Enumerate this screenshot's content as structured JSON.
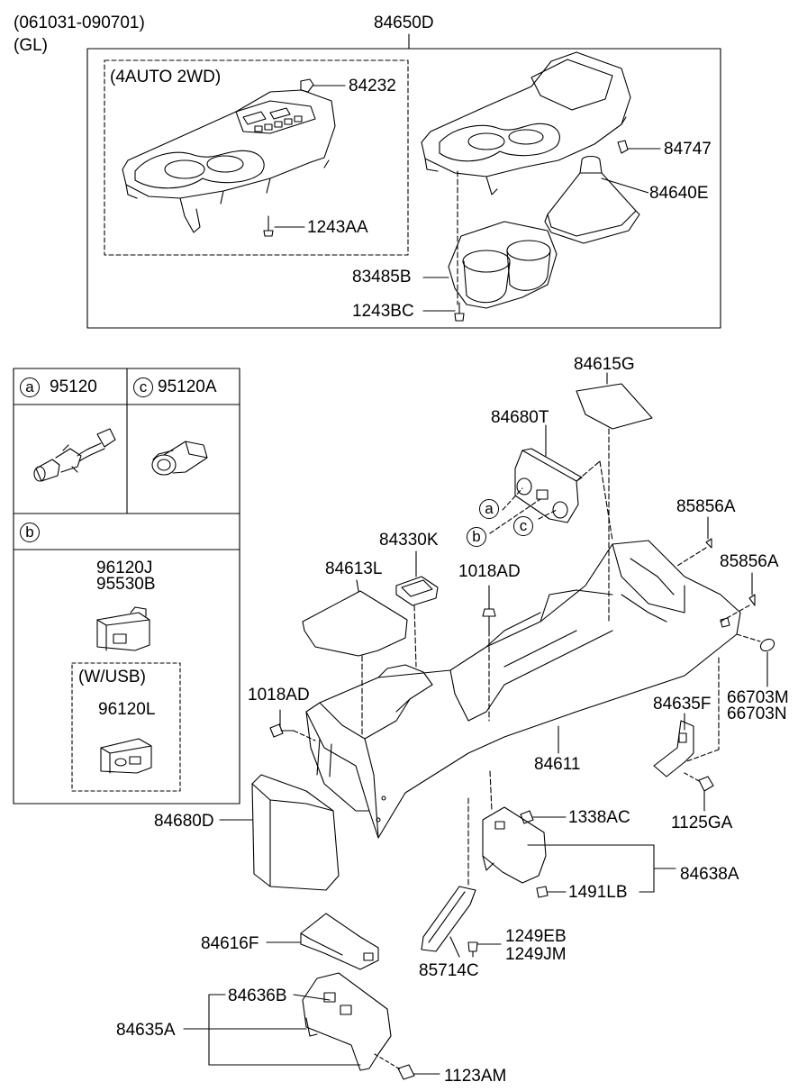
{
  "header": {
    "date_range": "(061031-090701)",
    "variant": "(GL)"
  },
  "top_group": {
    "assembly": "84650D",
    "sub_box_title": "(4AUTO 2WD)",
    "parts": [
      "84232",
      "1243AA",
      "84747",
      "84640E",
      "83485B",
      "1243BC"
    ]
  },
  "legend": {
    "a": {
      "letter": "a",
      "part": "95120"
    },
    "c": {
      "letter": "c",
      "part": "95120A"
    },
    "b": {
      "letter": "b",
      "parts": [
        "96120J",
        "95530B"
      ]
    },
    "usb": {
      "title": "(W/USB)",
      "part": "96120L"
    }
  },
  "main_parts": {
    "p84615G": "84615G",
    "p84680T": "84680T",
    "p85856A_1": "85856A",
    "p85856A_2": "85856A",
    "p84330K": "84330K",
    "p84613L": "84613L",
    "p1018AD_1": "1018AD",
    "p1018AD_2": "1018AD",
    "p66703M": "66703M",
    "p66703N": "66703N",
    "p84635F": "84635F",
    "p84611": "84611",
    "p1125GA": "1125GA",
    "p84680D": "84680D",
    "p1338AC": "1338AC",
    "p84638A": "84638A",
    "p1491LB": "1491LB",
    "p1249EB": "1249EB",
    "p1249JM": "1249JM",
    "p84616F": "84616F",
    "p85714C": "85714C",
    "p84636B": "84636B",
    "p84635A": "84635A",
    "p1123AM": "1123AM"
  },
  "callouts": {
    "a": "a",
    "b": "b",
    "c": "c"
  }
}
